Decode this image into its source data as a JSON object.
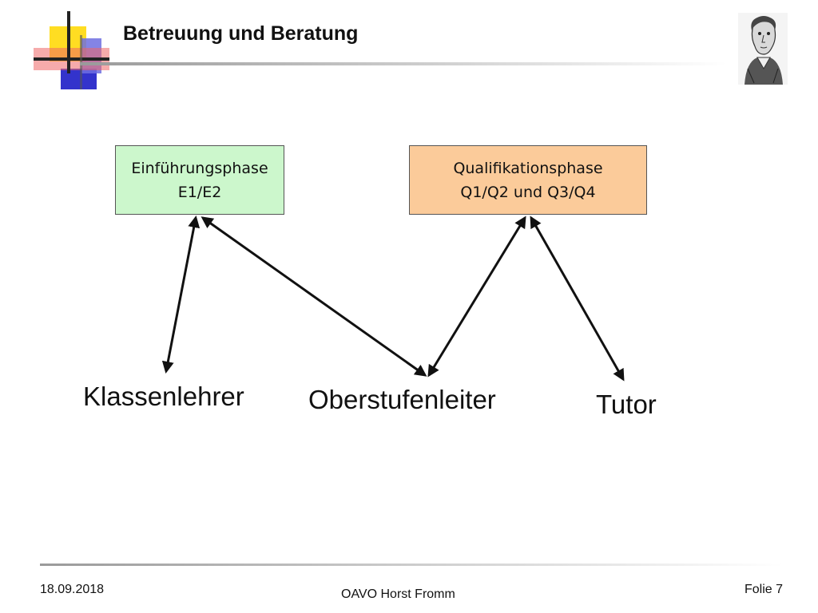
{
  "header": {
    "title": "Betreuung und Beratung"
  },
  "diagram": {
    "phases": [
      {
        "line1": "Einführungsphase",
        "line2": "E1/E2",
        "color": "#ccf7cc"
      },
      {
        "line1": "Qualifikationsphase",
        "line2": "Q1/Q2 und Q3/Q4",
        "color": "#fbcb9a"
      }
    ],
    "roles": [
      "Klassenlehrer",
      "Oberstufenleiter",
      "Tutor"
    ],
    "connections": [
      {
        "from": "Einführungsphase",
        "to": "Klassenlehrer"
      },
      {
        "from": "Einführungsphase",
        "to": "Oberstufenleiter"
      },
      {
        "from": "Qualifikationsphase",
        "to": "Oberstufenleiter"
      },
      {
        "from": "Qualifikationsphase",
        "to": "Tutor"
      }
    ]
  },
  "footer": {
    "date": "18.09.2018",
    "center": "OAVO Horst Fromm",
    "slide": "Folie 7"
  },
  "colors": {
    "deco_yellow": "#ffdd22",
    "deco_blue": "#3333cc",
    "deco_red": "#ee6666"
  }
}
